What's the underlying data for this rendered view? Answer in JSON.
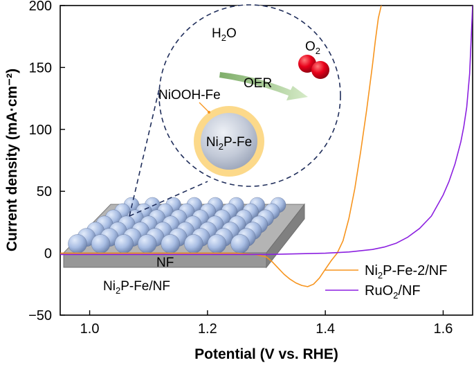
{
  "chart_data": {
    "type": "line",
    "xlabel": "Potential (V vs. RHE)",
    "ylabel": "Current density (mA·cm⁻²)",
    "xlim": [
      0.95,
      1.65
    ],
    "ylim": [
      -50,
      200
    ],
    "x_ticks": [
      "1.0",
      "1.2",
      "1.4",
      "1.6"
    ],
    "x_tick_values": [
      1.0,
      1.2,
      1.4,
      1.6
    ],
    "y_ticks": [
      "200",
      "150",
      "100",
      "50",
      "0",
      "−50"
    ],
    "y_tick_values": [
      200,
      150,
      100,
      50,
      0,
      -50
    ],
    "legend_position": "bottom-right",
    "series": [
      {
        "name": "Ni₂P-Fe-2/NF",
        "label_main": "Ni",
        "label_sub": "2",
        "label_rest": "P-Fe-2/NF",
        "color": "#F7941D",
        "x": [
          0.95,
          1.1,
          1.25,
          1.28,
          1.3,
          1.31,
          1.32,
          1.33,
          1.34,
          1.35,
          1.36,
          1.37,
          1.38,
          1.39,
          1.4,
          1.41,
          1.42,
          1.43,
          1.44,
          1.45,
          1.46,
          1.47,
          1.48,
          1.485,
          1.49,
          1.495
        ],
        "y": [
          0,
          0,
          0,
          -1,
          -3,
          -7,
          -12,
          -17,
          -21,
          -24,
          -26,
          -27,
          -25,
          -20,
          -13,
          -6,
          0,
          10,
          28,
          52,
          82,
          115,
          152,
          172,
          190,
          200
        ]
      },
      {
        "name": "RuO₂/NF",
        "label_main": "RuO",
        "label_sub": "2",
        "label_rest": "/NF",
        "color": "#8B1FE0",
        "x": [
          0.95,
          1.1,
          1.3,
          1.4,
          1.44,
          1.48,
          1.5,
          1.52,
          1.54,
          1.56,
          1.58,
          1.6,
          1.61,
          1.62,
          1.63,
          1.635,
          1.64,
          1.645,
          1.65
        ],
        "y": [
          -1,
          -1,
          -1,
          0,
          1,
          3,
          5,
          8,
          13,
          20,
          30,
          47,
          58,
          72,
          90,
          102,
          118,
          145,
          200
        ]
      }
    ]
  },
  "inset": {
    "water": {
      "main": "H",
      "sub": "2",
      "rest": "O"
    },
    "oxygen": {
      "main": "O",
      "sub": "2"
    },
    "reaction": "OER",
    "shell": "NiOOH-Fe",
    "core": {
      "main": "Ni",
      "sub": "2",
      "rest": "P-Fe"
    },
    "substrate": "NF",
    "electrode": {
      "main": "Ni",
      "sub": "2",
      "rest": "P-Fe/NF"
    },
    "colors": {
      "shell": "#FCD98A",
      "core": "#BDC6D6",
      "sphere": "#A9BFE6",
      "slab": "#9C9C9C",
      "oxygen": "#E00012",
      "arrow": "#A6CC8A"
    }
  }
}
